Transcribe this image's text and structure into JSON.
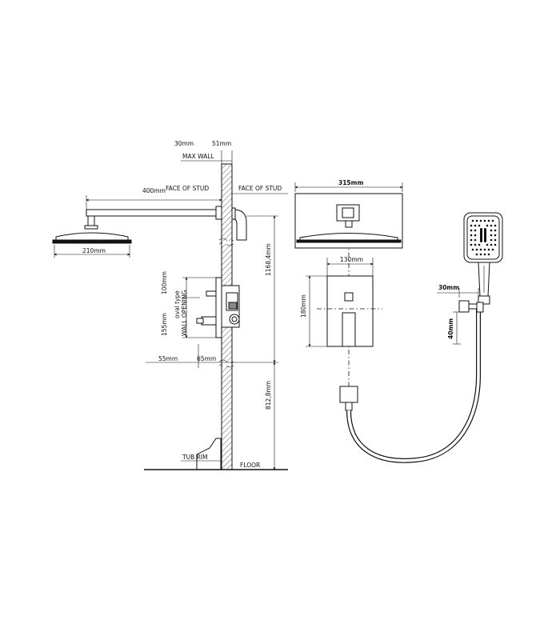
{
  "side_view": {
    "dim_30mm": "30mm",
    "dim_51mm": "51mm",
    "max_wall": "MAX WALL",
    "dim_400mm": "400mm",
    "face_of_stud_left": "FACE OF STUD",
    "face_of_stud_right": "FACE OF STUD",
    "dim_210mm": "210mm",
    "dim_100mm": "100mm",
    "oval_type": "oval type",
    "wall_opening": "WALL OPENING",
    "dim_155mm": "155mm",
    "dim_1168mm": "1168,4mm",
    "dim_55mm": "55mm",
    "dim_65mm": "65mm",
    "dim_812mm": "812,8mm",
    "tub_rim": "TUB RIM",
    "floor": "FLOOR"
  },
  "front_view": {
    "dim_315mm": "315mm",
    "dim_130mm": "130mm",
    "dim_180mm": "180mm"
  },
  "handheld": {
    "dim_30mm": "30mm",
    "dim_40mm": "40mm"
  }
}
